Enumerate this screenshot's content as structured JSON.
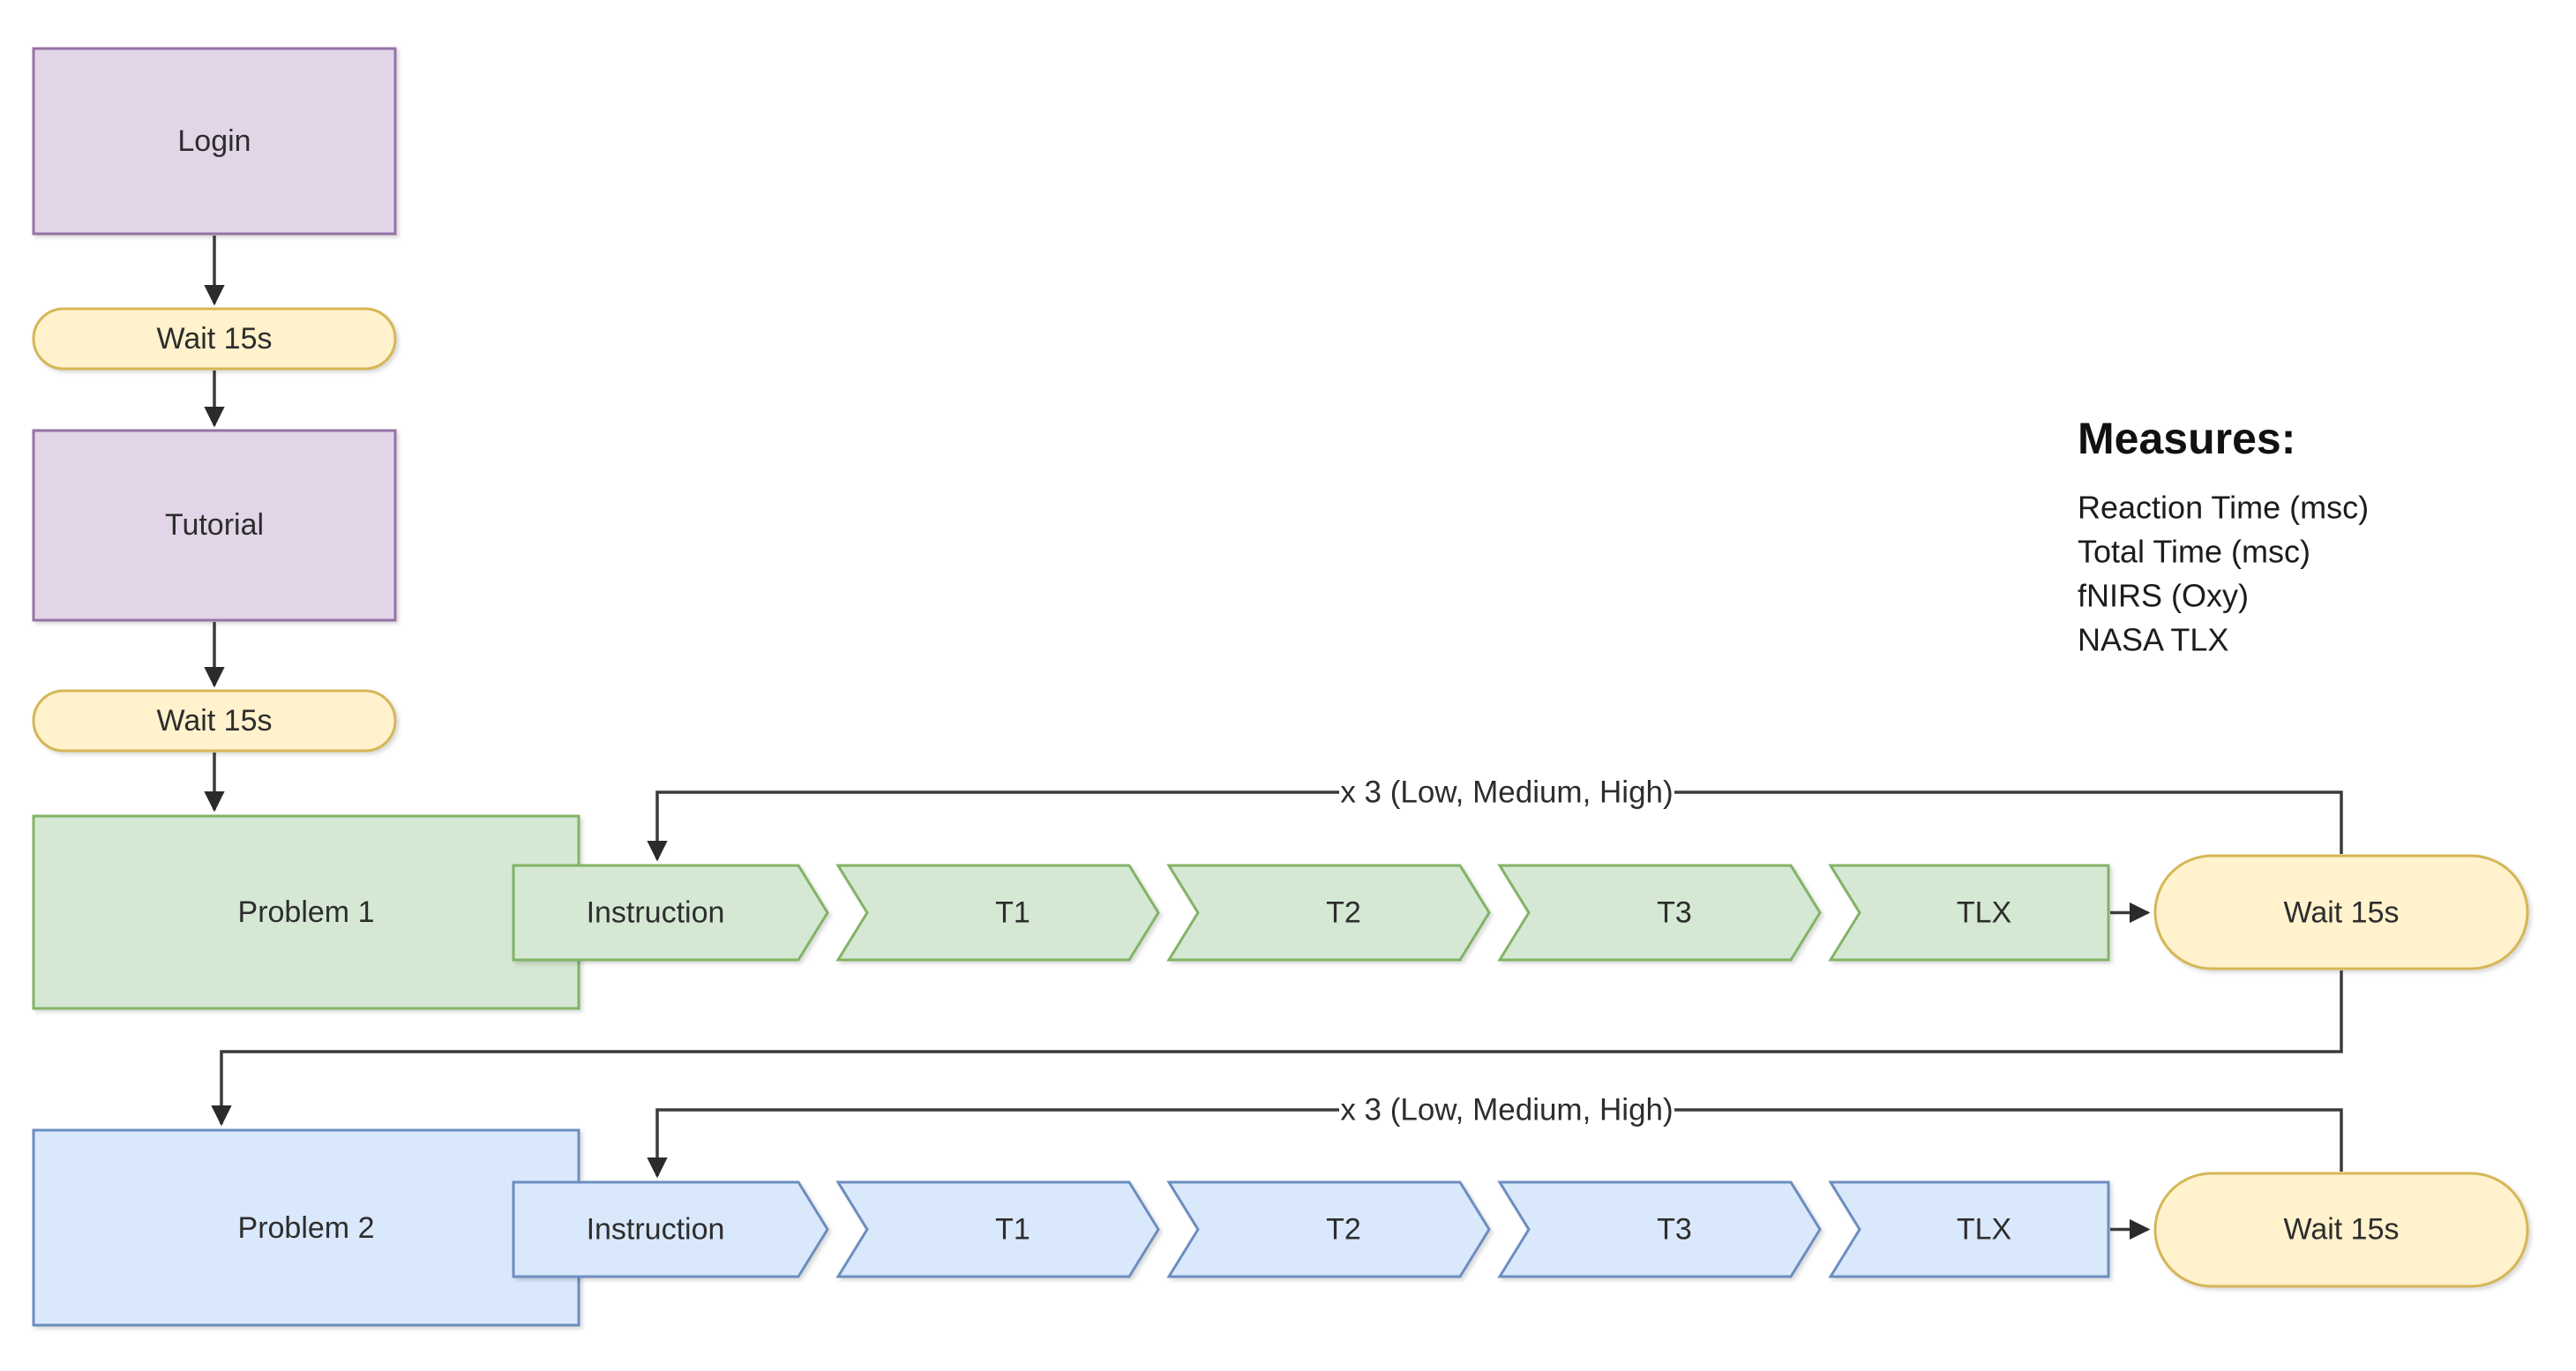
{
  "colors": {
    "purple_fill": "#E1D5E7",
    "purple_stroke": "#9673A6",
    "yellow_fill": "#FFF2CC",
    "yellow_stroke": "#D6B656",
    "green_fill": "#D5E8D4",
    "green_stroke": "#82B366",
    "blue_fill": "#DAE8FC",
    "blue_stroke": "#6C8EBF",
    "connector": "#3B3B3B"
  },
  "flow": {
    "login": "Login",
    "wait_after_login": "Wait 15s",
    "tutorial": "Tutorial",
    "wait_after_tutorial": "Wait 15s"
  },
  "rows": [
    {
      "problem": "Problem 1",
      "steps": [
        "Instruction",
        "T1",
        "T2",
        "T3",
        "TLX"
      ],
      "wait": "Wait 15s",
      "loop": "x 3 (Low, Medium, High)"
    },
    {
      "problem": "Problem 2",
      "steps": [
        "Instruction",
        "T1",
        "T2",
        "T3",
        "TLX"
      ],
      "wait": "Wait 15s",
      "loop": "x 3 (Low, Medium, High)"
    }
  ],
  "measures": {
    "title": "Measures:",
    "items": [
      "Reaction Time (msc)",
      "Total Time (msc)",
      "fNIRS (Oxy)",
      "NASA TLX"
    ]
  }
}
